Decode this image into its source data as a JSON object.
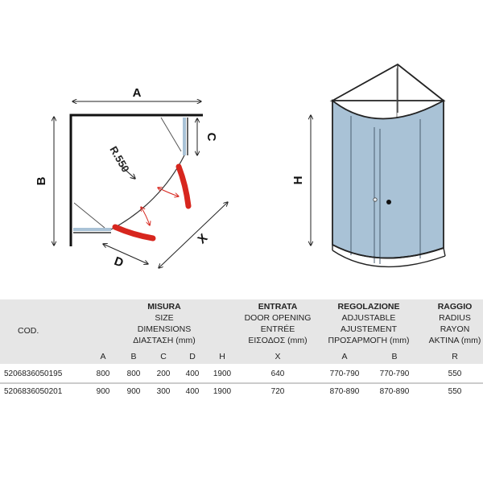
{
  "plan": {
    "dim_a": "A",
    "dim_b": "B",
    "dim_c": "C",
    "dim_d": "D",
    "dim_x": "X",
    "radius": "R.550"
  },
  "elevation": {
    "dim_h": "H"
  },
  "colors": {
    "glass": "#a9c2d6",
    "accent_red": "#d7261e",
    "frame": "#1a1a1a",
    "table_header_bg": "#e6e6e6"
  },
  "table": {
    "cod_label": "COD.",
    "groups": {
      "misura": [
        "MISURA",
        "SIZE",
        "DIMENSIONS",
        "ΔΙΑΣΤΑΣΗ (mm)"
      ],
      "entrata": [
        "ENTRATA",
        "DOOR OPENING",
        "ENTRÉE",
        "ΕΙΣΟΔΟΣ (mm)"
      ],
      "regolazione": [
        "REGOLAZIONE",
        "ADJUSTABLE",
        "AJUSTEMENT",
        "ΠΡΟΣΑΡΜΟΓΗ (mm)"
      ],
      "raggio": [
        "RAGGIO",
        "RADIUS",
        "RAYON",
        "AKTINA (mm)"
      ]
    },
    "columns": [
      "A",
      "B",
      "C",
      "D",
      "H",
      "X",
      "A",
      "B",
      "R"
    ],
    "rows": [
      {
        "cod": "5206836050195",
        "a": "800",
        "b": "800",
        "c": "200",
        "d": "400",
        "h": "1900",
        "x": "640",
        "adj_a": "770-790",
        "adj_b": "770-790",
        "r": "550"
      },
      {
        "cod": "5206836050201",
        "a": "900",
        "b": "900",
        "c": "300",
        "d": "400",
        "h": "1900",
        "x": "720",
        "adj_a": "870-890",
        "adj_b": "870-890",
        "r": "550"
      }
    ]
  }
}
